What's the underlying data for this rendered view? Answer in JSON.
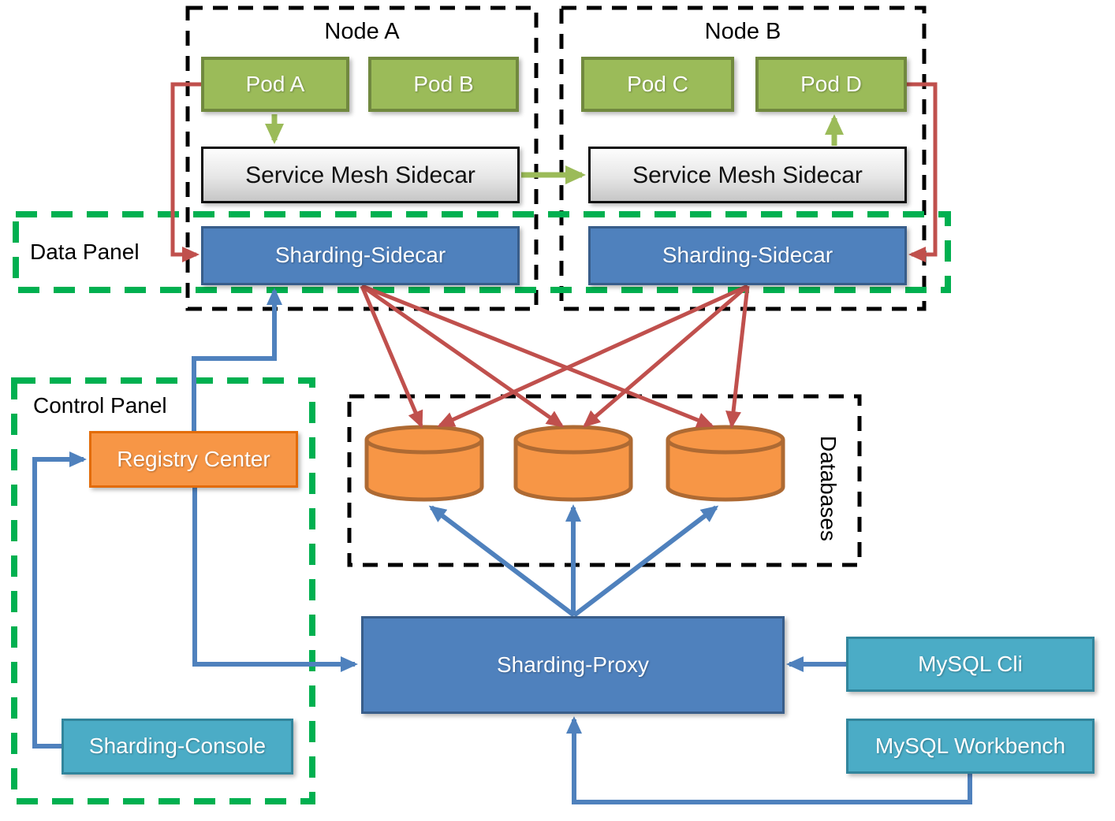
{
  "node_a": {
    "label": "Node A",
    "pod_a": "Pod A",
    "pod_b": "Pod B",
    "service_mesh_sidecar": "Service Mesh Sidecar",
    "sharding_sidecar": "Sharding-Sidecar"
  },
  "node_b": {
    "label": "Node B",
    "pod_c": "Pod C",
    "pod_d": "Pod D",
    "service_mesh_sidecar": "Service Mesh Sidecar",
    "sharding_sidecar": "Sharding-Sidecar"
  },
  "data_panel": {
    "label": "Data Panel"
  },
  "control_panel": {
    "label": "Control Panel",
    "registry_center": "Registry Center",
    "sharding_console": "Sharding-Console"
  },
  "databases": {
    "label": "Databases",
    "cylinder_count": 3
  },
  "proxy": {
    "label": "Sharding-Proxy"
  },
  "clients": {
    "mysql_cli": "MySQL Cli",
    "mysql_workbench": "MySQL Workbench"
  },
  "colors": {
    "pod_green": "#9BBB59",
    "pod_green_border": "#71893F",
    "box_blue": "#4F81BD",
    "box_blue_border": "#385D8A",
    "orange": "#F79646",
    "orange_border": "#E36C0A",
    "teal": "#4BACC6",
    "teal_border": "#31859C",
    "cylinder_orange": "#F79646",
    "cylinder_border": "#AE6A33",
    "panel_green_dash": "#00B050",
    "boundary_black_dash": "#000000",
    "arrow_red": "#C0504D",
    "arrow_blue": "#4F81BD",
    "arrow_green": "#9BBB59"
  }
}
